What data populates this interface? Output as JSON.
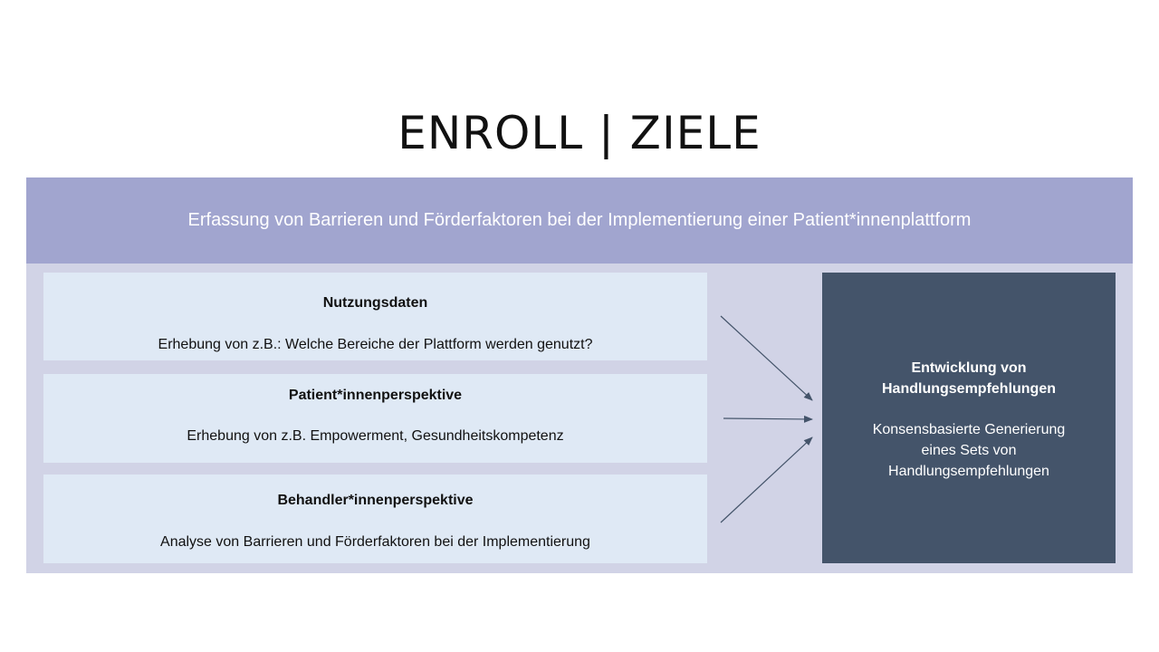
{
  "title": "ENROLL | ZIELE",
  "banner": "Erfassung von Barrieren und Förderfaktoren bei der Implementierung einer Patient*innenplattform",
  "cards": [
    {
      "title": "Nutzungsdaten",
      "text": "Erhebung von z.B.: Welche Bereiche der Plattform werden genutzt?"
    },
    {
      "title": "Patient*innenperspektive",
      "text": "Erhebung von z.B. Empowerment, Gesundheitskompetenz"
    },
    {
      "title": "Behandler*innenperspektive",
      "text": "Analyse von Barrieren und Förderfaktoren bei der Implementierung"
    }
  ],
  "result": {
    "title_line1": "Entwicklung von",
    "title_line2": "Handlungsempfehlungen",
    "text_line1": "Konsensbasierte Generierung",
    "text_line2": "eines Sets von",
    "text_line3": "Handlungsempfehlungen"
  },
  "colors": {
    "banner": "#a1a5cf",
    "panel": "#d1d3e6",
    "card": "#dfe9f5",
    "result_box": "#44546a",
    "arrow": "#44546a"
  }
}
